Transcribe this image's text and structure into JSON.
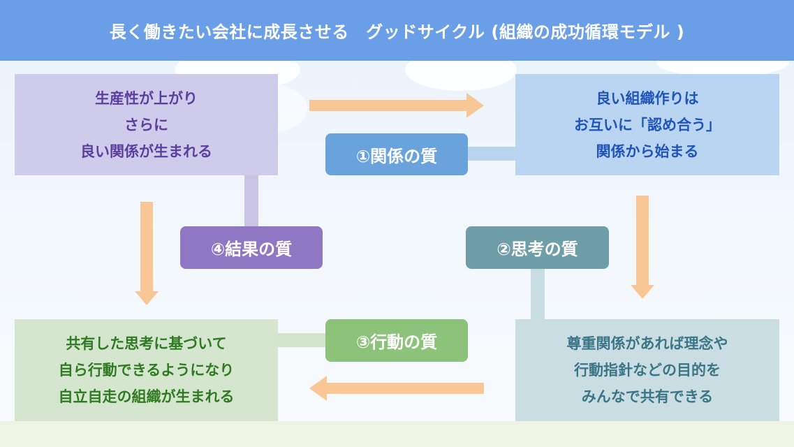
{
  "header": {
    "title": "長く働きたい会社に成長させる　グッドサイクル (組織の成功循環モデル )"
  },
  "colors": {
    "header_bg": "#6a9fe8",
    "arrow": "#f9c796",
    "relationship": "#6aa2dc",
    "thinking": "#6f9ea8",
    "action": "#8cc27a",
    "result": "#8f77c4"
  },
  "stages": {
    "relationship": {
      "badge": "①関係の質",
      "lines": [
        "良い組織作りは",
        "お互いに「認め合う」",
        "関係から始まる"
      ]
    },
    "thinking": {
      "badge": "②思考の質",
      "lines": [
        "尊重関係があれば理念や",
        "行動指針などの目的を",
        "みんなで共有できる"
      ]
    },
    "action": {
      "badge": "③行動の質",
      "lines": [
        "共有した思考に基づいて",
        "自ら行動できるようになり",
        "自立自走の組織が生まれる"
      ]
    },
    "result": {
      "badge": "④結果の質",
      "lines": [
        "生産性が上がり",
        "さらに",
        "良い関係が生まれる"
      ]
    }
  },
  "arrows": [
    "right-arrow",
    "down-arrow-right",
    "left-arrow",
    "down-arrow-left"
  ]
}
